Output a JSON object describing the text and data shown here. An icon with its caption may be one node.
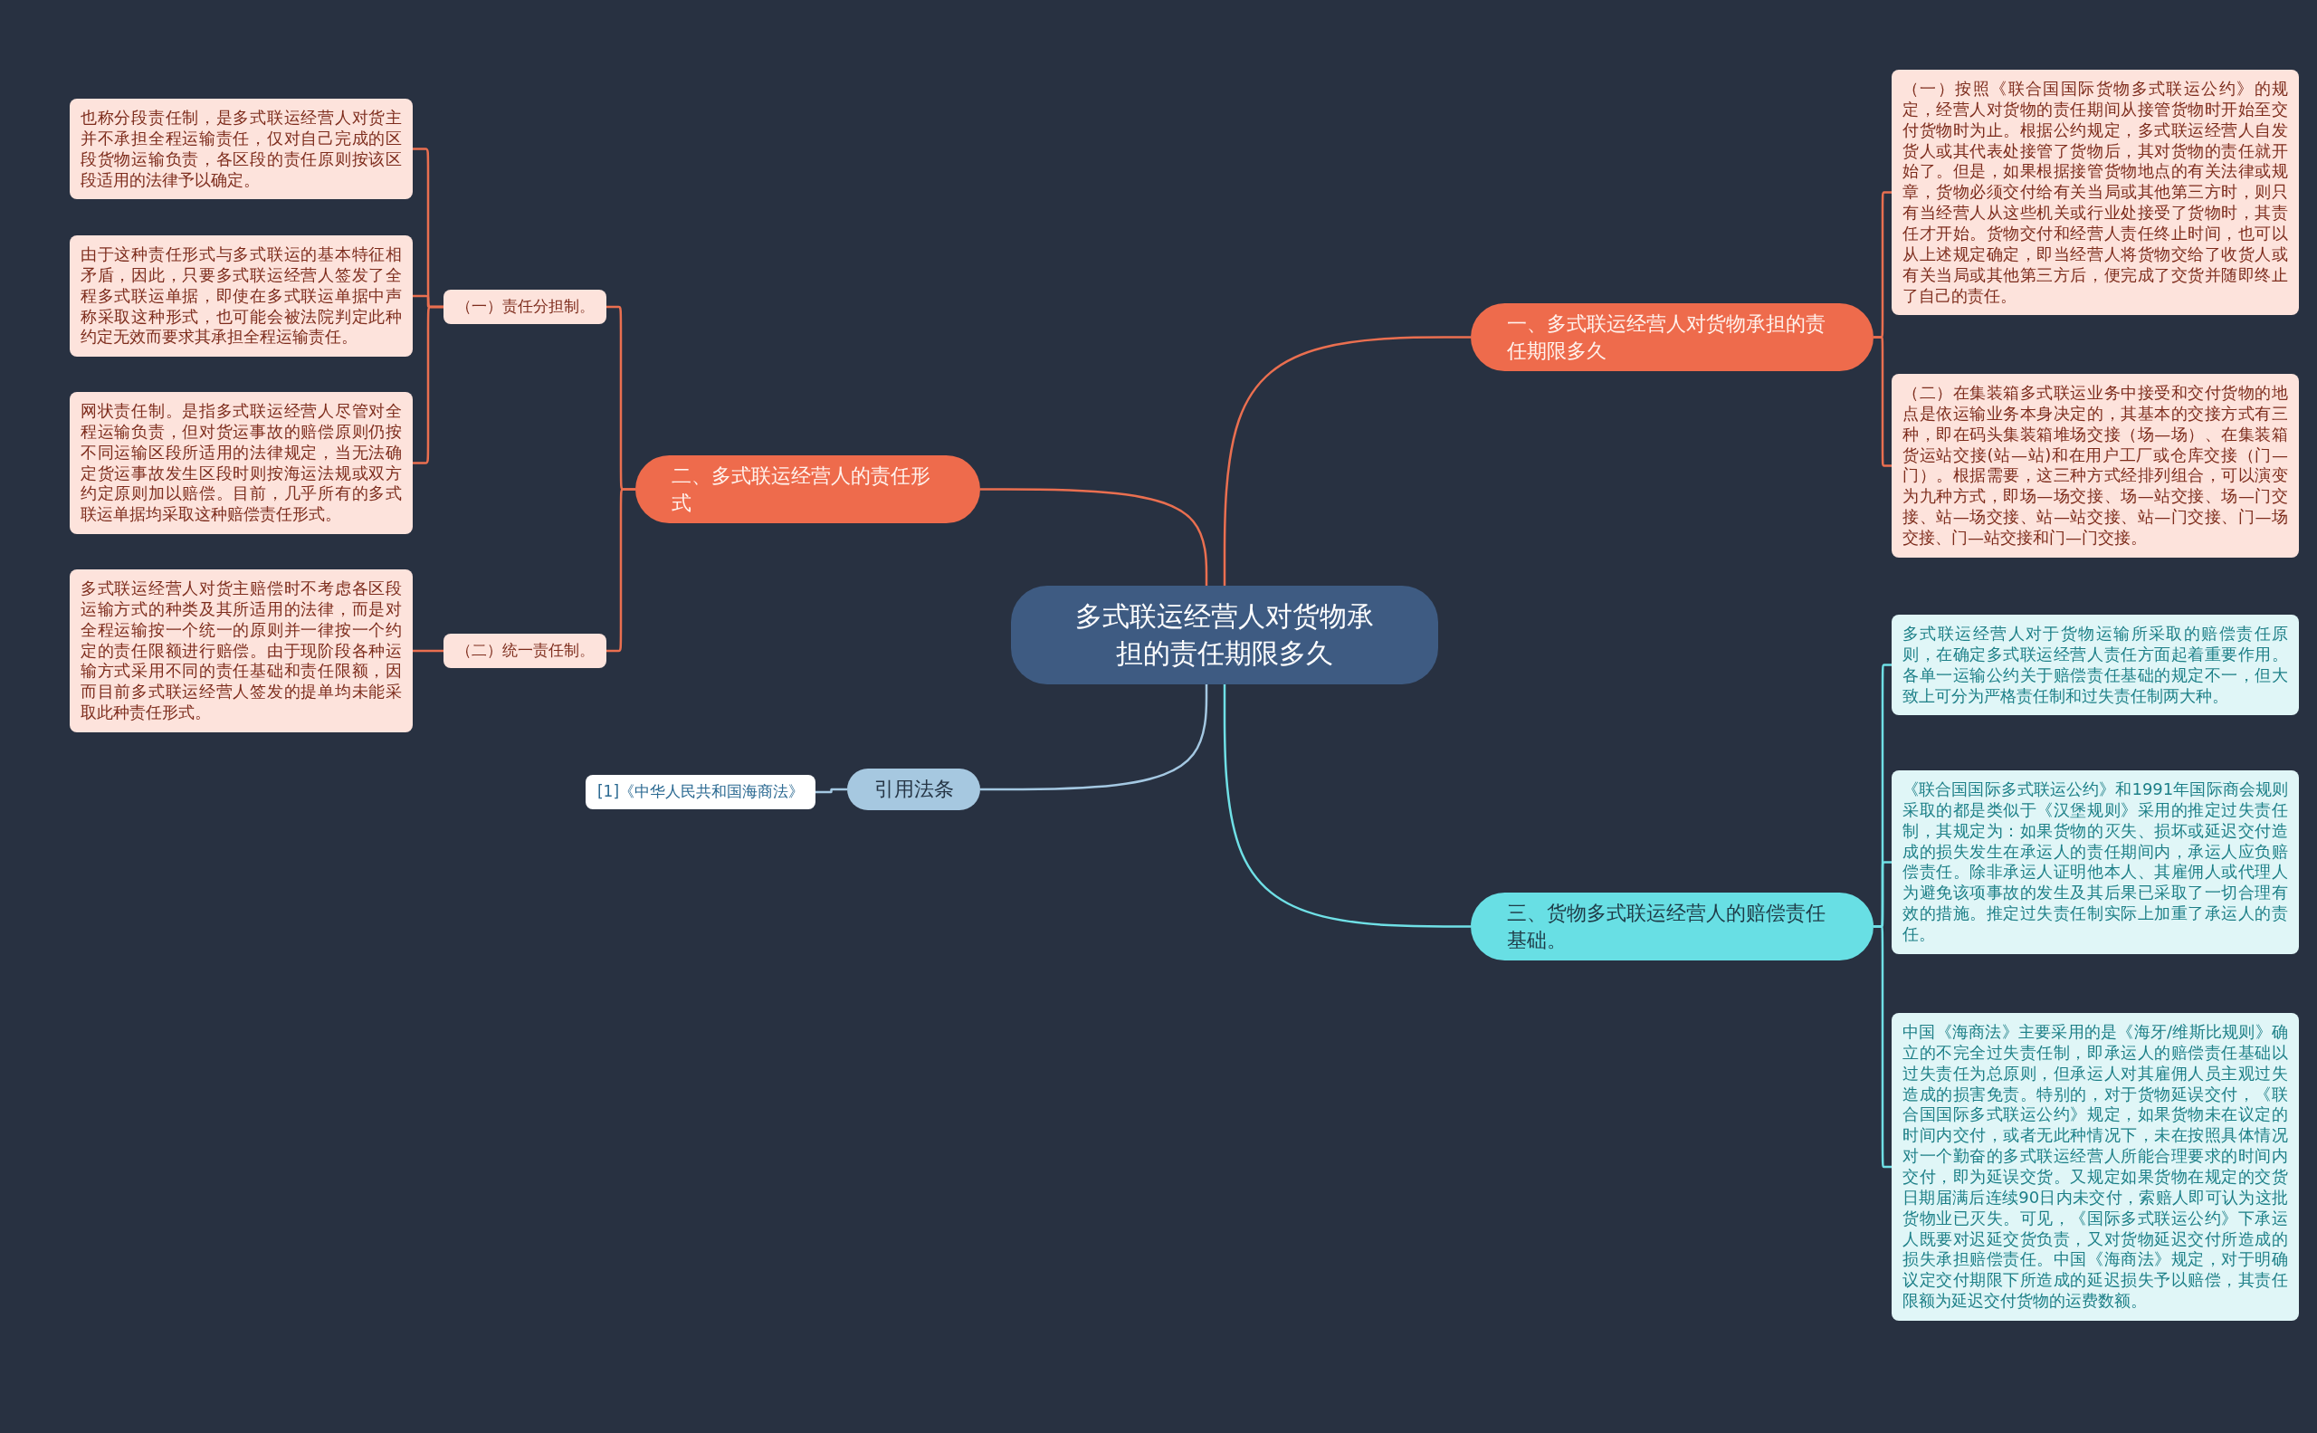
{
  "diagram": {
    "nodes": [
      {
        "text": [
          "多式联运经营人对货物承担的责任期限多久"
        ]
      },
      {
        "text": [
          "一、多式联运经营人对货物承担的责任期限多久"
        ]
      },
      {
        "text": [
          "（一）按照《联合国国际货物多式联运公约》的规定，经营人对货物的责任期间从接管货物时开始至交付货物时为止。根据公约规定，多式联运经营人自发货人或其代表处接管了货物后，其对货物的责任就开始了。但是，如果根据接管货物地点的有关法律或规章，货物必须交付给有关当局或其他第三方时，则只有当经营人从这些机关或行业处接受了货物时，其责任才开始。货物交付和经营人责任终止时间，也可以从上述规定确定，即当经营人将货物交给了收货人或有关当局或其他第三方后，便完成了交货并随即终止了自己的责任。"
        ]
      },
      {
        "text": [
          "（二）在集装箱多式联运业务中接受和交付货物的地点是依运输业务本身决定的，其基本的交接方式有三种，即在码头集装箱堆场交接（场—场）、在集装箱货运站交接(站—站)和在用户工厂或仓库交接（门—门）。根据需要，这三种方式经排列组合，可以演变为九种方式，即场—场交接、场—站交接、场—门交接、站—场交接、站—站交接、站—门交接、门—场交接、门—站交接和门—门交接。"
        ]
      },
      {
        "text": [
          "二、多式联运经营人的责任形式"
        ]
      },
      {
        "text": [
          "（一）责任分担制。"
        ]
      },
      {
        "text": [
          "也称分段责任制，是多式联运经营人对货主并不承担全程运输责任，仅对自己完成的区段货物运输负责，各区段的责任原则按该区段适用的法律予以确定。"
        ]
      },
      {
        "text": [
          "由于这种责任形式与多式联运的基本特征相矛盾，因此，只要多式联运经营人签发了全程多式联运单据，即使在多式联运单据中声称采取这种形式，也可能会被法院判定此种约定无效而要求其承担全程运输责任。"
        ]
      },
      {
        "text": [
          "（二）统一责任制。"
        ]
      },
      {
        "text": [
          "网状责任制。是指多式联运经营人尽管对全程运输负责，但对货运事故的赔偿原则仍按不同运输区段所适用的法律规定，当无法确定货运事故发生区段时则按海运法规或双方约定原则加以赔偿。目前，几乎所有的多式联运单据均采取这种赔偿责任形式。"
        ]
      },
      {
        "text": [
          "多式联运经营人对货主赔偿时不考虑各区段运输方式的种类及其所适用的法律，而是对全程运输按一个统一的原则并一律按一个约定的责任限额进行赔偿。由于现阶段各种运输方式采用不同的责任基础和责任限额，因而目前多式联运经营人签发的提单均未能采取此种责任形式。"
        ]
      },
      {
        "text": [
          "引用法条"
        ]
      },
      {
        "text": [
          "[1]《中华人民共和国海商法》"
        ]
      },
      {
        "text": [
          "三、货物多式联运经营人的赔偿责任基础。"
        ]
      },
      {
        "text": [
          "多式联运经营人对于货物运输所采取的赔偿责任原则，在确定多式联运经营人责任方面起着重要作用。各单一运输公约关于赔偿责任基础的规定不一，但大致上可分为严格责任制和过失责任制两大种。"
        ]
      },
      {
        "text": [
          "《联合国国际多式联运公约》和1991年国际商会规则采取的都是类似于《汉堡规则》采用的推定过失责任制，其规定为：如果货物的灭失、损坏或延迟交付造成的损失发生在承运人的责任期间内，承运人应负赔偿责任。除非承运人证明他本人、其雇佣人或代理人为避免该项事故的发生及其后果已采取了一切合理有效的措施。推定过失责任制实际上加重了承运人的责任。"
        ]
      },
      {
        "text": [
          "中国《海商法》主要采用的是《海牙/维斯比规则》确立的不完全过失责任制，即承运人的赔偿责任基础以过失责任为总原则，但承运人对其雇佣人员主观过失造成的损害免责。特别的，对于货物延误交付，《联合国国际多式联运公约》规定，如果货物未在议定的时间内交付，或者无此种情况下，未在按照具体情况对一个勤奋的多式联运经营人所能合理要求的时间内交付，即为延误交货。又规定如果货物在规定的交货日期届满后连续90日内未交付，索赔人即可认为这批货物业已灭失。可见，《国际多式联运公约》下承运人既要对迟延交货负责，又对货物延迟交付所造成的损失承担赔偿责任。中国《海商法》规定，对于明确议定交付期限下所造成的延迟损失予以赔偿，其责任限额为延迟交付货物的运费数额。"
        ]
      }
    ],
    "edges": [
      {
        "from": 0,
        "to": 1,
        "arrow": "none"
      },
      {
        "from": 1,
        "to": 2,
        "arrow": "none"
      },
      {
        "from": 1,
        "to": 3,
        "arrow": "none"
      },
      {
        "from": 0,
        "to": 4,
        "arrow": "none"
      },
      {
        "from": 4,
        "to": 5,
        "arrow": "none"
      },
      {
        "from": 5,
        "to": 6,
        "arrow": "none"
      },
      {
        "from": 5,
        "to": 7,
        "arrow": "none"
      },
      {
        "from": 5,
        "to": 9,
        "arrow": "none"
      },
      {
        "from": 4,
        "to": 8,
        "arrow": "none"
      },
      {
        "from": 8,
        "to": 10,
        "arrow": "none"
      },
      {
        "from": 0,
        "to": 11,
        "arrow": "none",
        "color": "#a4c8e2"
      },
      {
        "from": 11,
        "to": 12,
        "arrow": "none",
        "color": "#a4c8e2"
      },
      {
        "from": 0,
        "to": 13,
        "arrow": "none",
        "color": "#6fe0e6"
      },
      {
        "from": 13,
        "to": 14,
        "arrow": "none",
        "color": "#6fe0e6"
      },
      {
        "from": 13,
        "to": 15,
        "arrow": "none",
        "color": "#6fe0e6"
      },
      {
        "from": 13,
        "to": 16,
        "arrow": "none",
        "color": "#6fe0e6"
      }
    ]
  }
}
